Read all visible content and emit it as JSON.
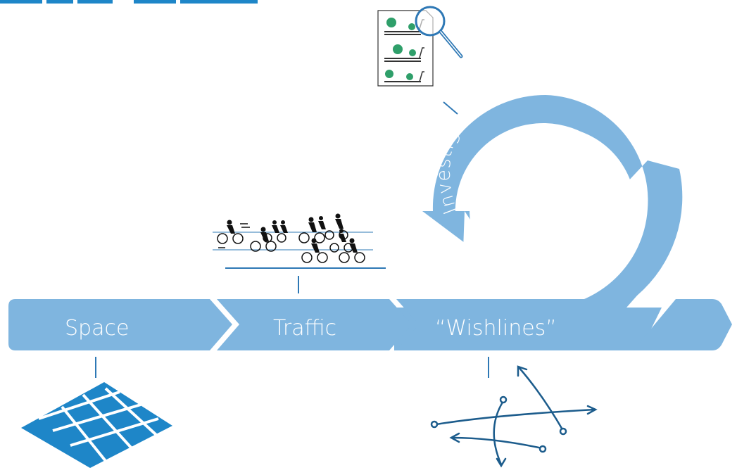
{
  "colors": {
    "band": "#7fb5df",
    "band_text": "#ffffff",
    "icon_dark": "#1c5c8c",
    "icon_mid": "#1e86c8",
    "leader": "#2e78b5",
    "tree": "#2f9f6a",
    "ink": "#111111"
  },
  "timeline": {
    "steps": [
      {
        "label": "Space"
      },
      {
        "label": "Traffic"
      },
      {
        "label": "“Wishlines”"
      }
    ]
  },
  "loop": {
    "label": "Investigation by design"
  },
  "icons": {
    "document": "magnified-document-icon",
    "cyclists": "cyclists-icon",
    "grid": "street-grid-icon",
    "wishlines": "wishlines-arrows-icon"
  }
}
